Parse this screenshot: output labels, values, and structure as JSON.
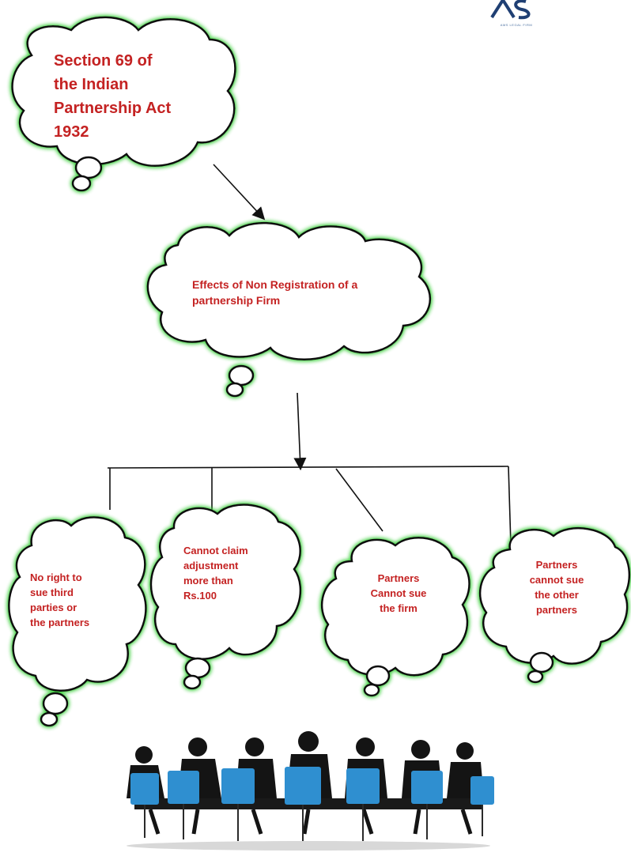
{
  "logo": {
    "letters": "AS",
    "tagline": "AMS LEGAL FIRM",
    "color": "#1f3f73"
  },
  "root_bubble": {
    "lines": [
      "Section 69 of",
      "the Indian",
      "Partnership Act",
      "1932"
    ]
  },
  "middle_bubble": {
    "lines": [
      "Effects of Non Registration of a",
      "partnership Firm"
    ]
  },
  "effect_bubbles": [
    {
      "lines": [
        "No right to",
        "sue third",
        "parties or",
        "the partners"
      ]
    },
    {
      "lines": [
        "Cannot claim",
        "adjustment",
        "more than",
        "Rs.100"
      ]
    },
    {
      "lines": [
        "Partners",
        "Cannot sue",
        "the firm"
      ]
    },
    {
      "lines": [
        "Partners",
        "cannot sue",
        "the other",
        "partners"
      ]
    }
  ],
  "colors": {
    "text": "#c42222",
    "glow": "#3fcf3f",
    "outline": "#111111",
    "chair": "#2f8fd0",
    "silhouette": "#141414"
  },
  "illustration": "meeting-silhouette"
}
